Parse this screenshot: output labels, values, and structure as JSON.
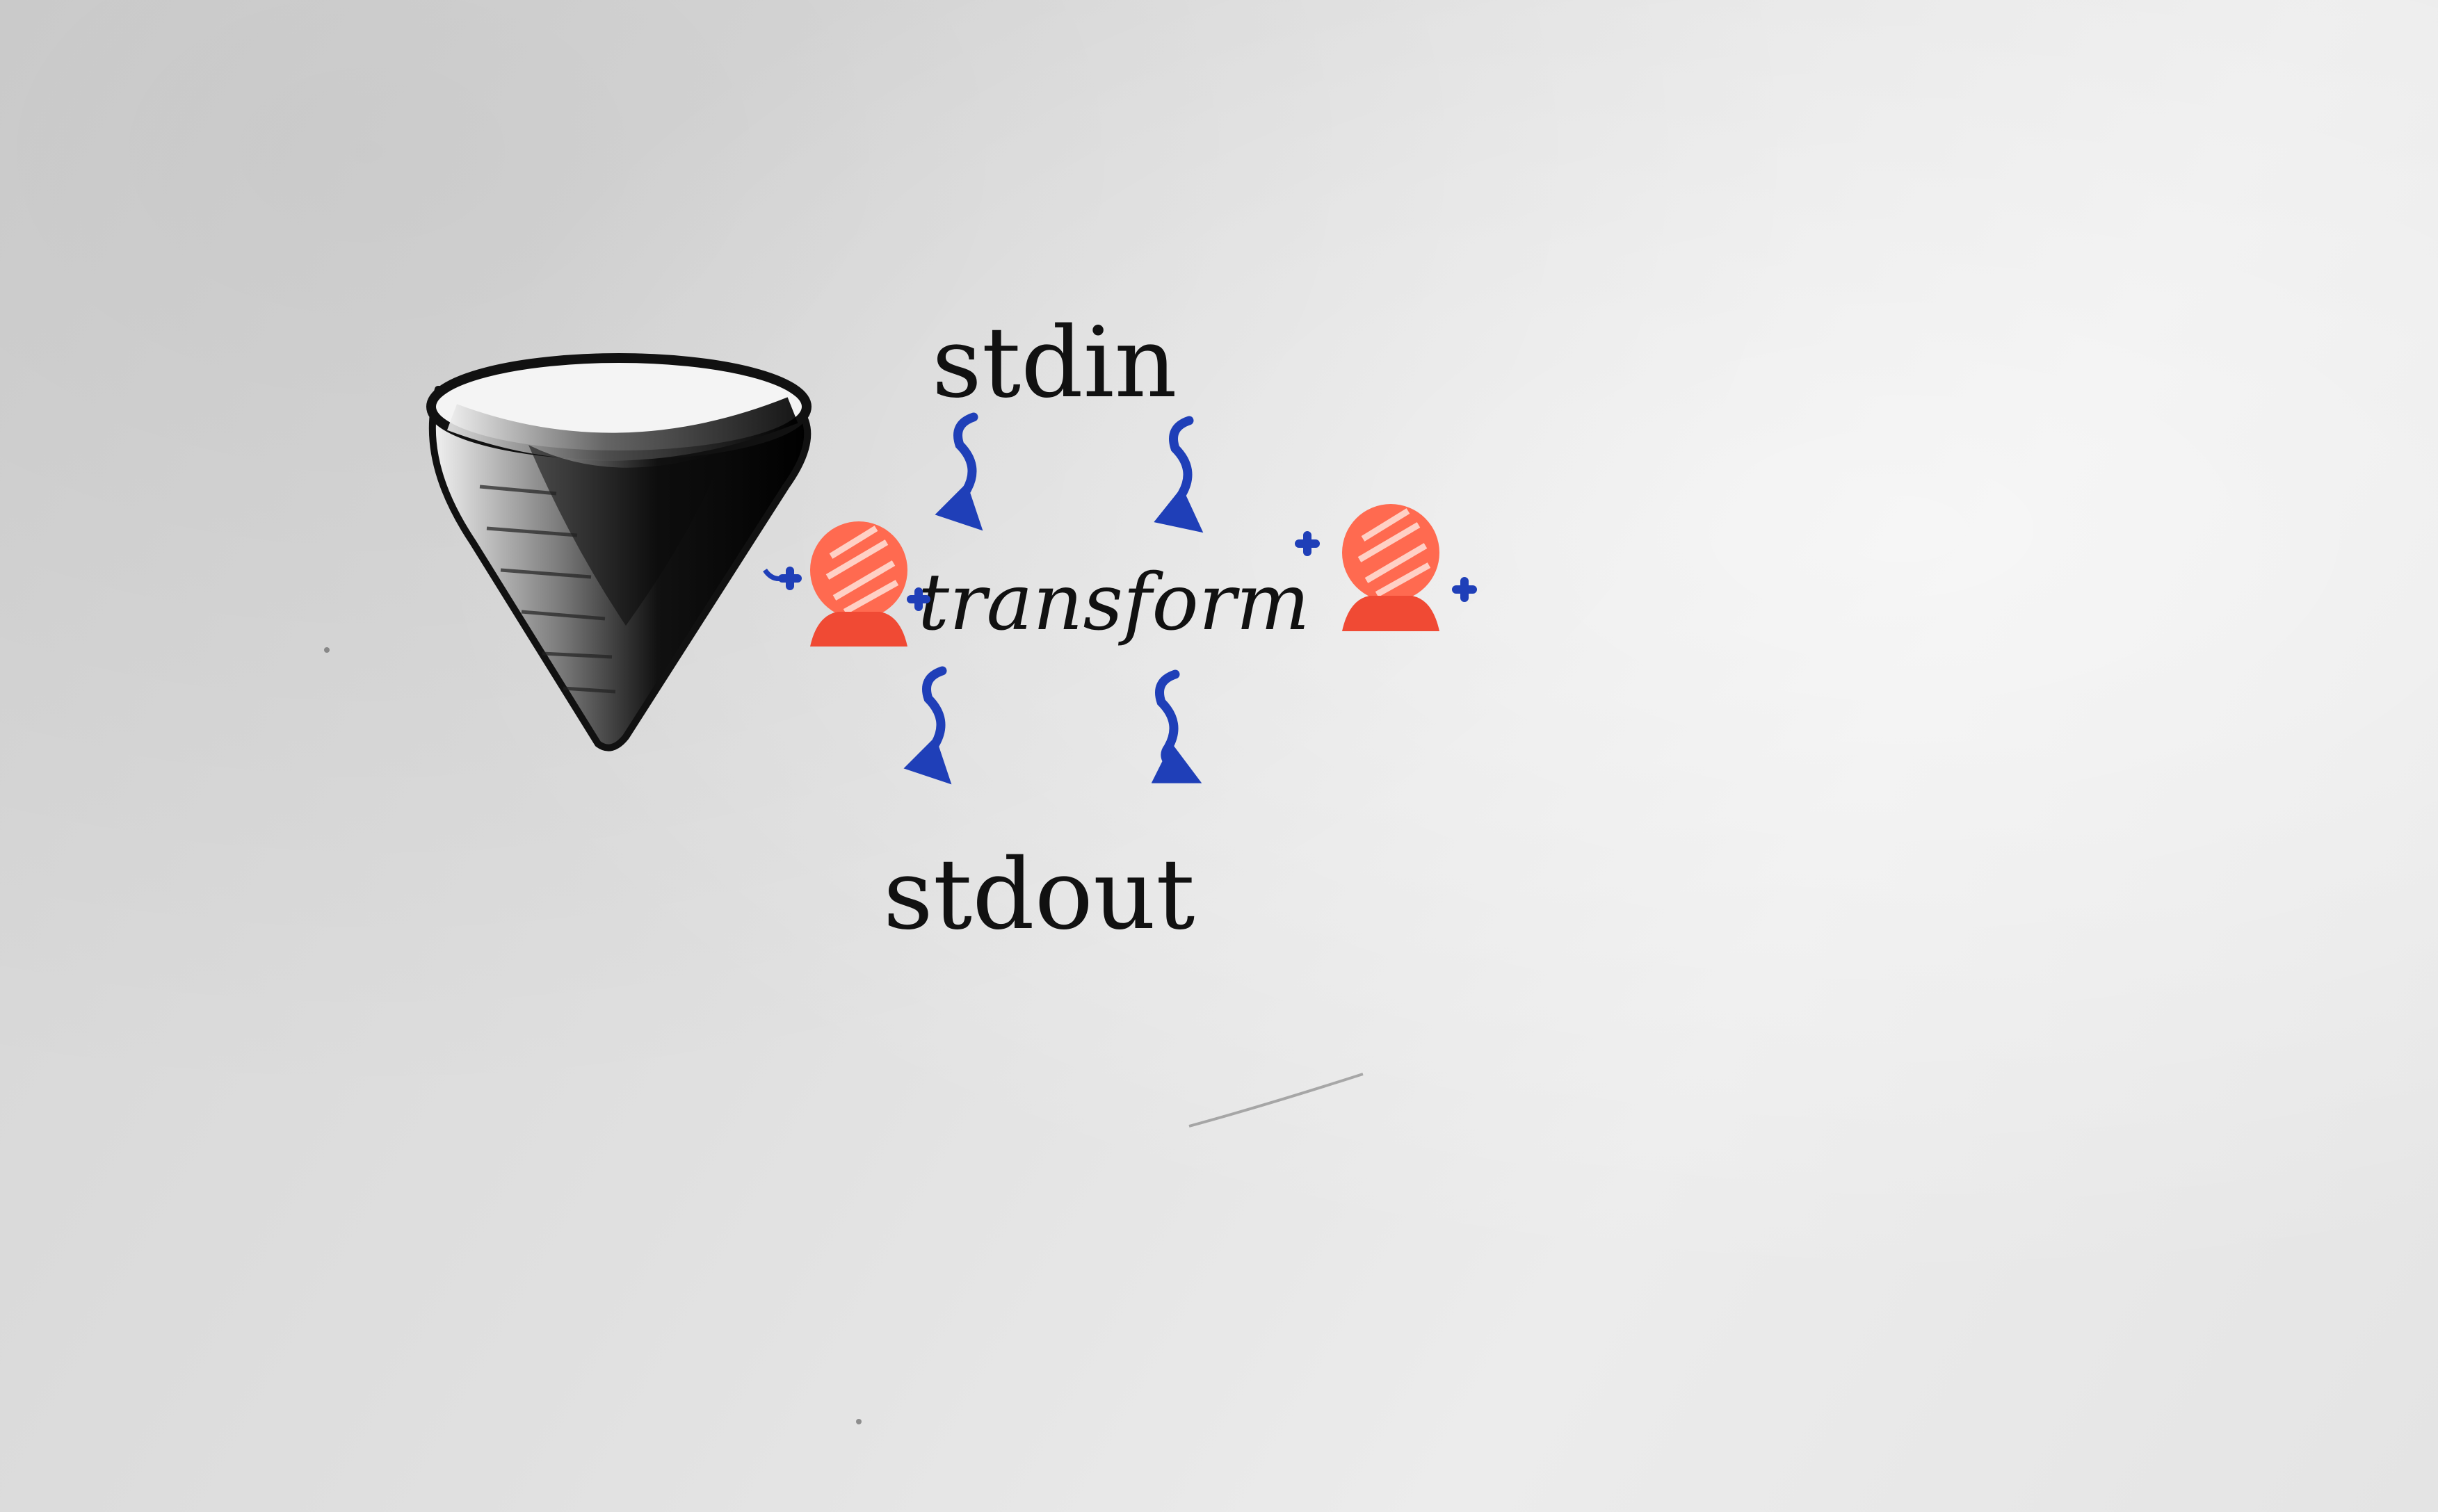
{
  "diagram": {
    "input_label": "stdin",
    "output_label": "stdout",
    "center_label": "transform",
    "colors": {
      "ink": "#111111",
      "arrows": "#1f3fb8",
      "crystal_ball": "#ff6a50",
      "crystal_ball_stand": "#f04a34"
    },
    "icons": [
      "funnel-icon",
      "crystal-ball-icon",
      "crystal-ball-icon",
      "curly-arrow-icon"
    ]
  }
}
